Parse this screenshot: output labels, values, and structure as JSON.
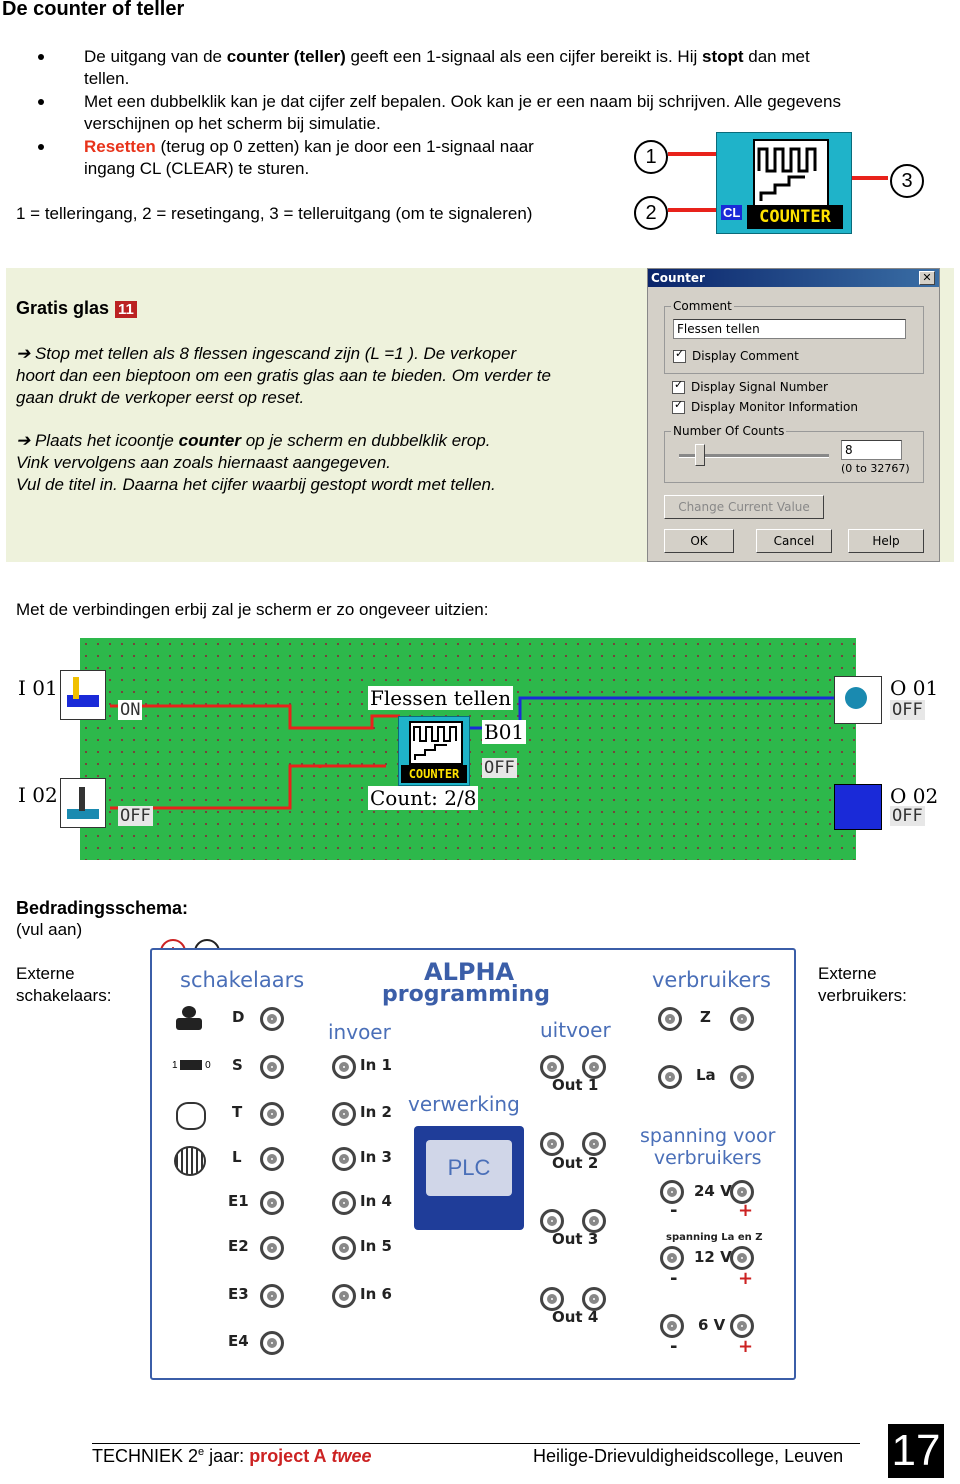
{
  "title": "De counter of teller",
  "bullets": [
    {
      "pre": "De uitgang van de ",
      "bold": "counter (teller)",
      "mid": " geeft een 1-signaal als een cijfer bereikt is. Hij ",
      "bold2": "stopt",
      "post": " dan met",
      "line2": "tellen."
    },
    {
      "l1": "Met een dubbelklik kan je dat cijfer zelf bepalen. Ook kan je er een naam bij schrijven. Alle gegevens",
      "l2": "verschijnen op het scherm bij simulatie."
    },
    {
      "bold": "Resetten",
      "l1": " (terug op 0 zetten) kan je door een 1-signaal naar",
      "l2": "ingang CL (CLEAR) te sturen."
    }
  ],
  "legend_line": "1 = telleringang, 2 = resetingang, 3 = telleruitgang (om te signaleren)",
  "counter_icon": {
    "cl": "CL",
    "label": "COUNTER",
    "callouts": [
      "1",
      "2",
      "3"
    ]
  },
  "task": {
    "heading": "Gratis glas",
    "number": "11",
    "p1": [
      "Stop met tellen als 8 flessen ingescand zijn (L =1 ). De verkoper",
      "hoort dan een bieptoon om een gratis glas aan te bieden. Om verder te",
      "gaan drukt de verkoper eerst op reset."
    ],
    "p2_pre": "Plaats het icoontje ",
    "p2_bold": "counter",
    "p2_post": " op je scherm en dubbelklik erop.",
    "p2_lines": [
      "Vink vervolgens aan zoals hiernaast aangegeven.",
      "Vul de titel in. Daarna het cijfer waarbij gestopt wordt met tellen."
    ]
  },
  "dialog": {
    "title": "Counter",
    "close": "✕",
    "comment_label": "Comment",
    "comment_value": "Flessen tellen",
    "display_comment": "Display Comment",
    "display_signal": "Display Signal Number",
    "display_monitor": "Display Monitor Information",
    "counts_label": "Number Of Counts",
    "counts_value": "8",
    "counts_range": "(0 to 32767)",
    "change_btn": "Change Current Value",
    "ok": "OK",
    "cancel": "Cancel",
    "help": "Help"
  },
  "sim_intro": "Met de verbindingen erbij zal je scherm er zo ongeveer uitzien:",
  "sim": {
    "i01": "I 01",
    "i01_state": "ON",
    "i02": "I 02",
    "i02_state": "OFF",
    "comment": "Flessen tellen",
    "block": "B01",
    "block_state": "OFF",
    "counter_label": "COUNTER",
    "count": "Count: 2/8",
    "o01": "O 01",
    "o01_state": "OFF",
    "o02": "O 02",
    "o02_state": "OFF",
    "colors": {
      "wire_red": "#e8221b",
      "wire_blue": "#1a2ad8",
      "grid": "#2db84b"
    }
  },
  "wiring": {
    "heading": "Bedradingsschema:",
    "sub": "(vul aan)",
    "left_label": [
      "Externe",
      "schakelaars:"
    ],
    "right_label": [
      "Externe",
      "verbruikers:"
    ],
    "plus": "+",
    "minus": "-",
    "schakelaars": "schakelaars",
    "brand1": "ALPHA",
    "brand2": "programming",
    "invoer": "invoer",
    "uitvoer": "uitvoer",
    "verwerking": "verwerking",
    "plc": "PLC",
    "verbruikers": "verbruikers",
    "spanning": [
      "spanning voor",
      "verbruikers"
    ],
    "switches": [
      "D",
      "S",
      "T",
      "L",
      "E1",
      "E2",
      "E3",
      "E4"
    ],
    "switch_small": [
      "1",
      "0"
    ],
    "inputs": [
      "In 1",
      "In 2",
      "In 3",
      "In 4",
      "In 5",
      "In 6"
    ],
    "outputs": [
      "Out 1",
      "Out 2",
      "Out 3",
      "Out 4"
    ],
    "loads": [
      "Z",
      "La"
    ],
    "v24": "24 V",
    "v12_note": "spanning La en Z",
    "v12": "12 V",
    "v6": "6 V"
  },
  "footer": {
    "left_pre": "TECHNIEK 2",
    "sup": "e",
    "left_mid": " jaar: ",
    "left_bold": "project A",
    "left_em": "twee",
    "right": "Heilige-Drievuldigheidscollege, Leuven",
    "page": "17"
  }
}
